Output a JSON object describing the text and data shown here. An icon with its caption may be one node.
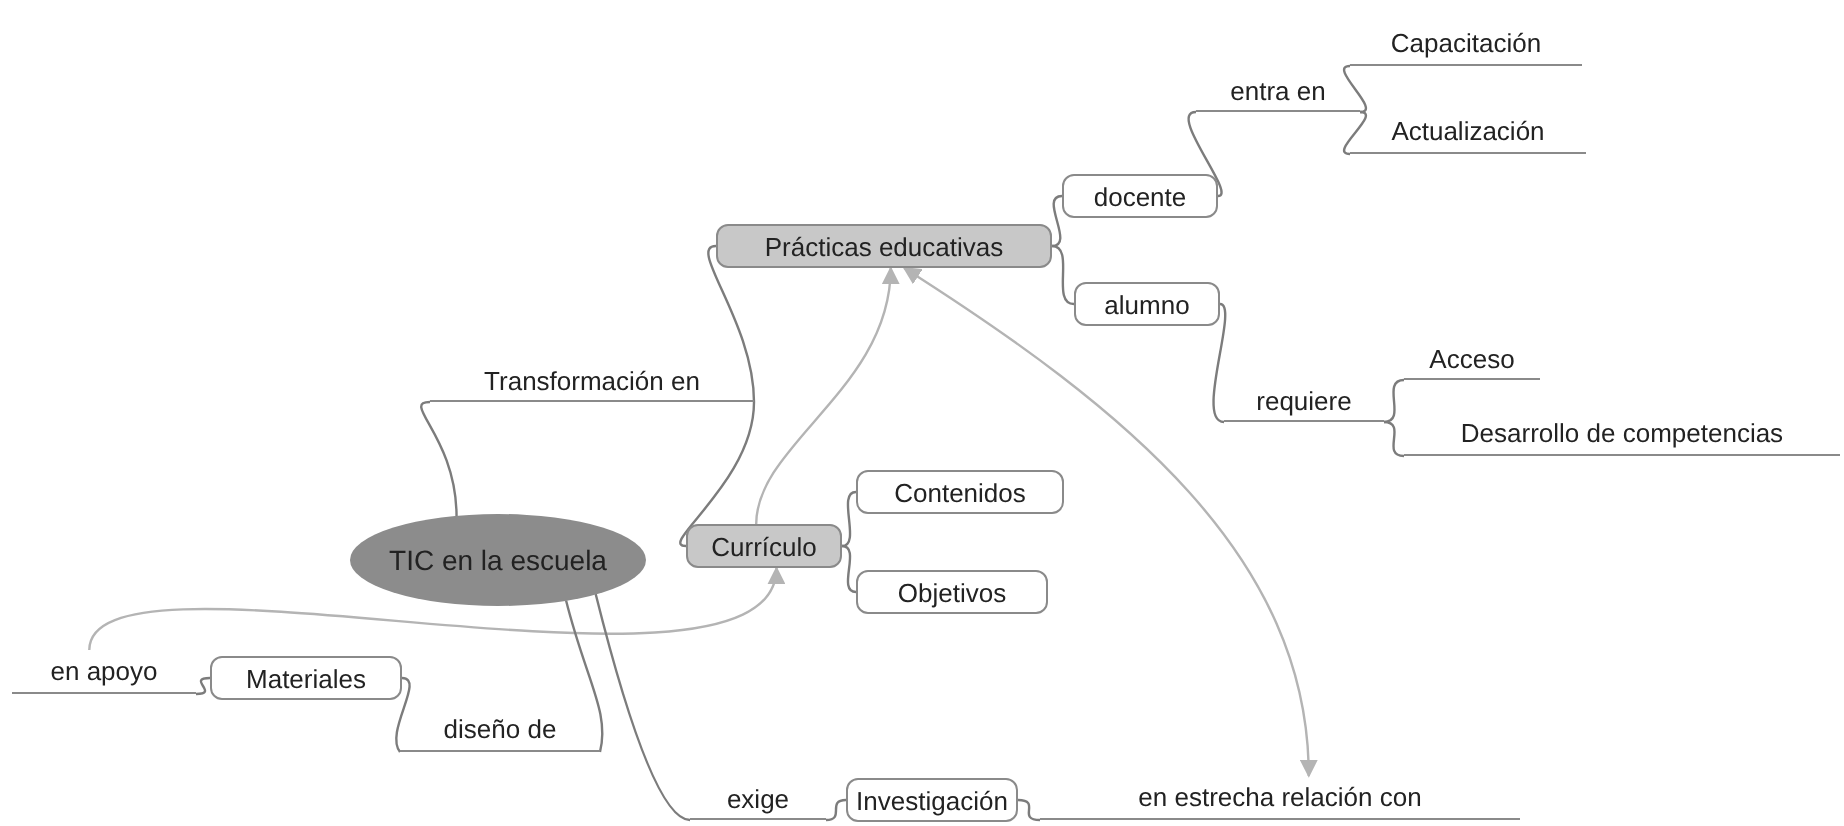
{
  "diagram": {
    "nodes": [
      {
        "text": [
          "TIC en la escuela"
        ]
      },
      {
        "text": [
          "Transformación en"
        ]
      },
      {
        "text": [
          "Prácticas educativas"
        ]
      },
      {
        "text": [
          "docente"
        ]
      },
      {
        "text": [
          "entra en"
        ]
      },
      {
        "text": [
          "Capacitación"
        ]
      },
      {
        "text": [
          "Actualización"
        ]
      },
      {
        "text": [
          "alumno"
        ]
      },
      {
        "text": [
          "requiere"
        ]
      },
      {
        "text": [
          "Acceso"
        ]
      },
      {
        "text": [
          "Desarrollo de competencias"
        ]
      },
      {
        "text": [
          "Currículo"
        ]
      },
      {
        "text": [
          "Contenidos"
        ]
      },
      {
        "text": [
          "Objetivos"
        ]
      },
      {
        "text": [
          "Materiales"
        ]
      },
      {
        "text": [
          "en apoyo"
        ]
      },
      {
        "text": [
          "diseño de"
        ]
      },
      {
        "text": [
          "exige"
        ]
      },
      {
        "text": [
          "Investigación"
        ]
      },
      {
        "text": [
          "en estrecha relación con"
        ]
      }
    ],
    "edges": [
      {
        "from": 0,
        "to": 1,
        "arrow": "none"
      },
      {
        "from": 1,
        "to": 2,
        "arrow": "none"
      },
      {
        "from": 1,
        "to": 11,
        "arrow": "none"
      },
      {
        "from": 2,
        "to": 3,
        "arrow": "none"
      },
      {
        "from": 2,
        "to": 7,
        "arrow": "none"
      },
      {
        "from": 3,
        "to": 4,
        "arrow": "none"
      },
      {
        "from": 4,
        "to": 5,
        "arrow": "none"
      },
      {
        "from": 4,
        "to": 6,
        "arrow": "none"
      },
      {
        "from": 7,
        "to": 8,
        "arrow": "none"
      },
      {
        "from": 8,
        "to": 9,
        "arrow": "none"
      },
      {
        "from": 8,
        "to": 10,
        "arrow": "none"
      },
      {
        "from": 11,
        "to": 12,
        "arrow": "none"
      },
      {
        "from": 11,
        "to": 13,
        "arrow": "none"
      },
      {
        "from": 11,
        "to": 2,
        "arrow": "to",
        "color": "#b4b4b4"
      },
      {
        "from": 15,
        "to": 11,
        "arrow": "to",
        "color": "#b4b4b4"
      },
      {
        "from": 2,
        "to": 19,
        "arrow": "both",
        "color": "#b4b4b4"
      },
      {
        "from": 0,
        "to": 16,
        "arrow": "none"
      },
      {
        "from": 16,
        "to": 14,
        "arrow": "none"
      },
      {
        "from": 14,
        "to": 15,
        "arrow": "none"
      },
      {
        "from": 0,
        "to": 17,
        "arrow": "none"
      },
      {
        "from": 17,
        "to": 18,
        "arrow": "none"
      },
      {
        "from": 18,
        "to": 19,
        "arrow": "none"
      }
    ]
  }
}
